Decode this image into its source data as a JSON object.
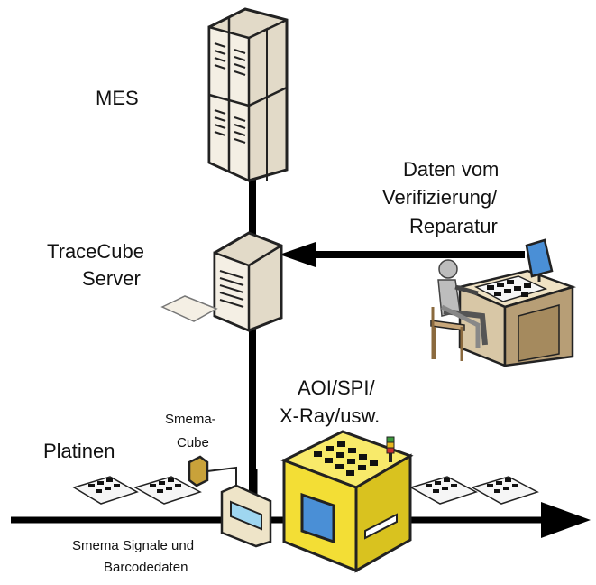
{
  "labels": {
    "mes": "MES",
    "tracecube_line1": "TraceCube",
    "tracecube_line2": "Server",
    "daten_line1": "Daten vom",
    "daten_line2": "Verifizierung/",
    "daten_line3": "Reparatur",
    "aoi_line1": "AOI/SPI/",
    "aoi_line2": "X-Ray/usw.",
    "smema_cube_line1": "Smema-",
    "smema_cube_line2": "Cube",
    "platinen": "Platinen",
    "signale_line1": "Smema Signale und",
    "signale_line2": "Barcodedaten"
  },
  "colors": {
    "line": "#000000",
    "server_face": "#f4efe4",
    "server_side": "#e2dac8",
    "desk": "#d8c7a6",
    "desk_side": "#b79e76",
    "machine": "#f3de35",
    "machine_side": "#d9c21f",
    "monitor_screen": "#4a8fd6",
    "cube": "#c9a23a",
    "smema_screen": "#9fd6f0",
    "person": "#bdbdbd"
  },
  "icons": [
    "server-tower-icon",
    "server-icon",
    "keyboard-icon",
    "operator-desk-icon",
    "monitor-icon",
    "machine-icon",
    "signal-tower-icon",
    "smema-cube-icon",
    "smema-box-icon",
    "pcb-panel-icon",
    "arrow-icon"
  ]
}
